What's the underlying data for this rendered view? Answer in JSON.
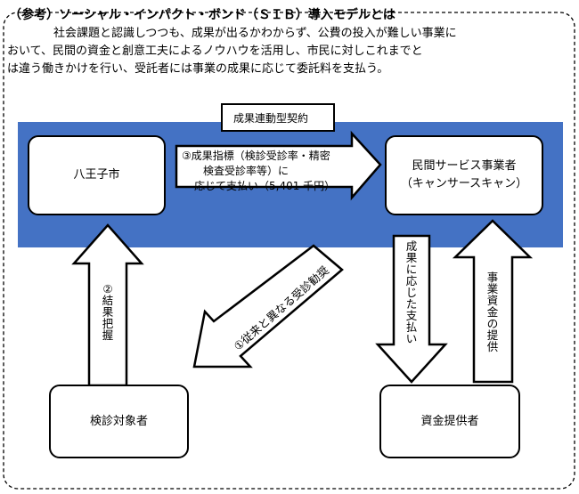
{
  "heading": "（参考）ソーシャル・インパクト・ボンド（ＳＩＢ）導入モデルとは",
  "intro": [
    "社会課題と認識しつつも、成果が出るかわからず、公費の投入が難しい事業に",
    "おいて、民間の資金と創意工夫によるノウハウを活用し、市民に対しこれまでと",
    "は違う働きかけを行い、受託者には事業の成果に応じて委託料を支払う。"
  ],
  "contract_label": "成果連動型契約",
  "nodes": {
    "city": "八王子市",
    "provider_line1": "民間サービス事業者",
    "provider_line2": "（キャンサースキャン）",
    "target": "検診対象者",
    "funder": "資金提供者"
  },
  "arrows": {
    "payment_line1": "③成果指標（検診受診率・精密",
    "payment_line2": "検査受診率等）に",
    "payment_line3": "応じて支払い（5,401 千円）",
    "outreach": "①従来と異なる受診勧奨",
    "result": [
      "②",
      "結",
      "果",
      "把",
      "握"
    ],
    "outcome_payment": [
      "成",
      "果",
      "に",
      "応",
      "じ",
      "た",
      "支",
      "払",
      "い"
    ],
    "funding": [
      "事",
      "業",
      "資",
      "金",
      "の",
      "提",
      "供"
    ]
  },
  "colors": {
    "band": "#4472c4",
    "border": "#000000",
    "background": "#ffffff"
  }
}
